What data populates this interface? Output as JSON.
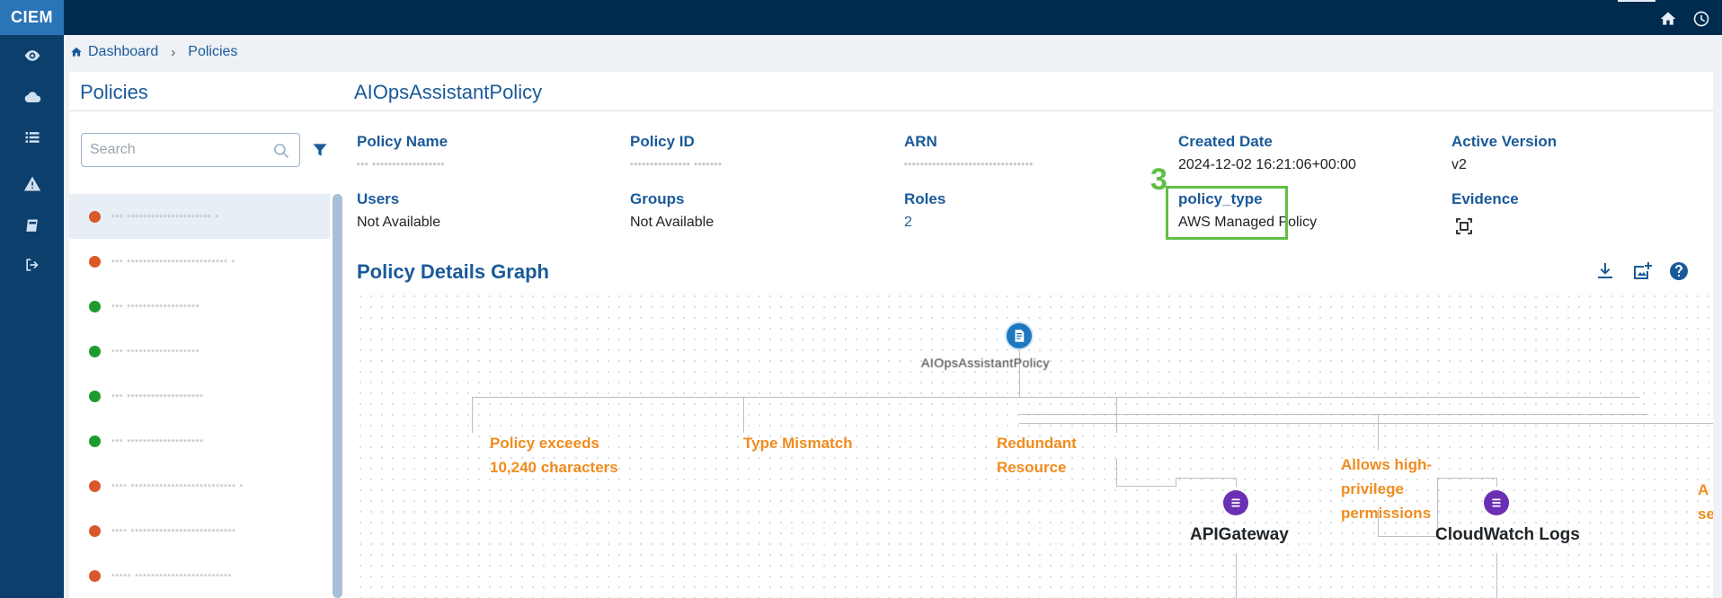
{
  "app": {
    "logo": "CIEM"
  },
  "rail": {
    "icons": [
      "eye-icon",
      "cloud-icon",
      "list-icon",
      "warning-icon",
      "book-icon",
      "logout-icon"
    ]
  },
  "topbar": {
    "icons": [
      "home-icon",
      "clock-icon"
    ]
  },
  "breadcrumb": {
    "home": "Dashboard",
    "separator": "›",
    "current": "Policies"
  },
  "sidebar": {
    "title": "Policies",
    "search_placeholder": "Search",
    "items": [
      {
        "name": "•••  ••••••••••••••••••••• •",
        "status": "red",
        "selected": true
      },
      {
        "name": "•••  ••••••••••••••••••••••••• •",
        "status": "red"
      },
      {
        "name": "•••  ••••••••••••••••••",
        "status": "green"
      },
      {
        "name": "•••  ••••••••••••••••••",
        "status": "green"
      },
      {
        "name": "•••  •••••••••••••••••••",
        "status": "green"
      },
      {
        "name": "•••  •••••••••••••••••••",
        "status": "green"
      },
      {
        "name": "••••  •••••••••••••••••••••••••• •",
        "status": "red"
      },
      {
        "name": "••••  ••••••••••••••••••••••••••",
        "status": "red"
      },
      {
        "name": "•••••  ••••••••••••••••••••••••",
        "status": "red"
      }
    ]
  },
  "detail": {
    "title": "AIOpsAssistantPolicy",
    "fields": {
      "policy_name": {
        "label": "Policy Name",
        "value": "•••  ••••••••••••••••••"
      },
      "policy_id": {
        "label": "Policy ID",
        "value": "•••••••••••••••  •••••••"
      },
      "arn": {
        "label": "ARN",
        "value": "••••••••••••••••••••••••••••••••"
      },
      "created_date": {
        "label": "Created Date",
        "value": "2024-12-02 16:21:06+00:00"
      },
      "active_version": {
        "label": "Active Version",
        "value": "v2"
      },
      "users": {
        "label": "Users",
        "value": "Not Available"
      },
      "groups": {
        "label": "Groups",
        "value": "Not Available"
      },
      "roles": {
        "label": "Roles",
        "value": "2"
      },
      "policy_type": {
        "label": "policy_type",
        "value": "AWS Managed Policy"
      },
      "evidence": {
        "label": "Evidence"
      }
    },
    "annotation_number": "3"
  },
  "graph": {
    "title": "Policy Details Graph",
    "tools": [
      "download-icon",
      "add-image-icon",
      "help-icon"
    ],
    "root_label": "AIOpsAssistantPolicy",
    "findings": [
      {
        "lines": [
          "Policy exceeds",
          "10,240 characters"
        ]
      },
      {
        "lines": [
          "Type Mismatch"
        ]
      },
      {
        "lines": [
          "Redundant",
          "Resource"
        ]
      },
      {
        "lines": [
          "Allows high-",
          "privilege",
          "permissions"
        ]
      },
      {
        "lines": [
          "A",
          "se"
        ]
      }
    ],
    "services": [
      "APIGateway",
      "CloudWatch Logs"
    ]
  },
  "colors": {
    "rail": "#0d3f6c",
    "topbar": "#002a4e",
    "accent": "#1a5a99",
    "finding": "#f08c1e",
    "status_red": "#d9582b",
    "status_green": "#1e9b2f",
    "annotation": "#5fbf45"
  }
}
